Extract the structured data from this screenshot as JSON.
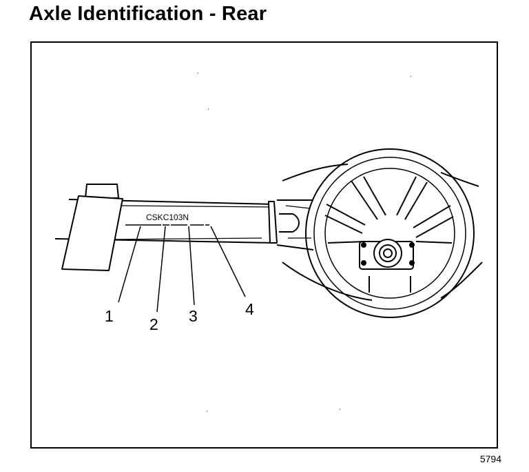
{
  "title": "Axle Identification - Rear",
  "diagram": {
    "axle_code": "CSKC103N",
    "callouts": [
      "1",
      "2",
      "3",
      "4"
    ]
  },
  "figure_number": "5794"
}
